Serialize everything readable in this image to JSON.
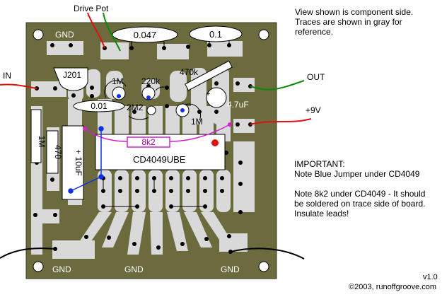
{
  "labels": {
    "drive_pot": "Drive Pot",
    "in": "IN",
    "out": "OUT",
    "plus9v": "+9V",
    "gnd_top": "GND",
    "gnd_bottom_left": "GND",
    "gnd_bottom_mid": "GND",
    "gnd_bottom_right": "GND"
  },
  "components": {
    "cap_047": "0.047",
    "cap_01_top": "0.1",
    "jfet": "J201",
    "r_1m_top": "1M",
    "r_220k": "220k",
    "r_470k": "470k",
    "cap_001": "0.01",
    "r_2m2": "2M2",
    "cap_47uf": "4.7uF",
    "cap_plus": "+",
    "r_1m_small": "1M",
    "r_1m_left": "1M",
    "r_470": "470",
    "cap_10uf": "+ 10uF",
    "r_8k2": "8k2",
    "ic": "CD4049UBE"
  },
  "notes": {
    "view_line1": "View shown is component side.",
    "view_line2": "Traces are shown in gray for",
    "view_line3": "reference.",
    "important_line1": "IMPORTANT:",
    "important_line2": "Note Blue Jumper under CD4049",
    "important_line3": "",
    "important_line4": "Note 8k2 under CD4049 - It should",
    "important_line5": "be soldered on trace side of board.",
    "important_line6": "Insulate leads!",
    "version": "v1.0",
    "copyright": "©2003, runoffgroove.com"
  },
  "colors": {
    "board": "#6b6b3e",
    "trace": "#d9d9d9",
    "wire_red": "#e01010",
    "wire_green": "#0a8a0a",
    "jumper_blue": "#1030e0",
    "resistor_8k2": "#d020d0"
  }
}
